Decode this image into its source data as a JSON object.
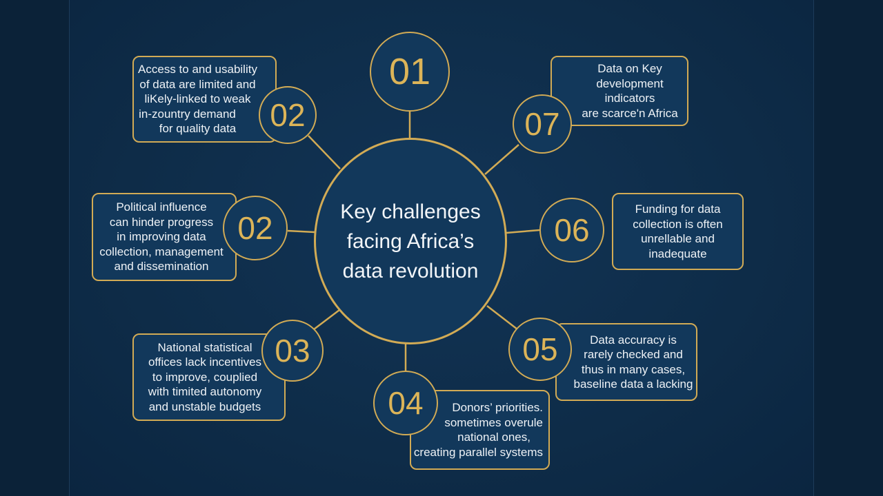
{
  "title_lines": [
    "Key challenges",
    "facing Africa’s",
    "data revolution"
  ],
  "colors": {
    "accent": "#d2ab55",
    "background": "#0e2c48",
    "node_fill": "#12385b"
  },
  "nodes": [
    {
      "number": "01",
      "lines": []
    },
    {
      "number": "02",
      "lines": [
        "Access to and usability",
        "of data are limited and",
        "liKely-linked to weak",
        "in-zountry demand",
        "for quality data"
      ]
    },
    {
      "number": "07",
      "lines": [
        "Data on Key",
        "development indicators",
        "are scarce'n Africa"
      ]
    },
    {
      "number": "02",
      "lines": [
        "Political influence",
        "can hinder progress",
        "in improving data",
        "collection, management",
        "and dissemination"
      ]
    },
    {
      "number": "06",
      "lines": [
        "Funding for data",
        "collection is often",
        "unrellable and",
        "inadequate"
      ]
    },
    {
      "number": "03",
      "lines": [
        "National statistical",
        "offices lack incentives",
        "to improve, couplied",
        "with timited autonomy",
        "and unstable budgets"
      ]
    },
    {
      "number": "05",
      "lines": [
        "Data accuracy is",
        "rarely checked and",
        "thus in many cases,",
        "baseline data a lacking"
      ]
    },
    {
      "number": "04",
      "lines": [
        "Donors’ priorities.",
        "sometimes overule",
        "national ones,",
        "creating parallel systems"
      ]
    }
  ]
}
